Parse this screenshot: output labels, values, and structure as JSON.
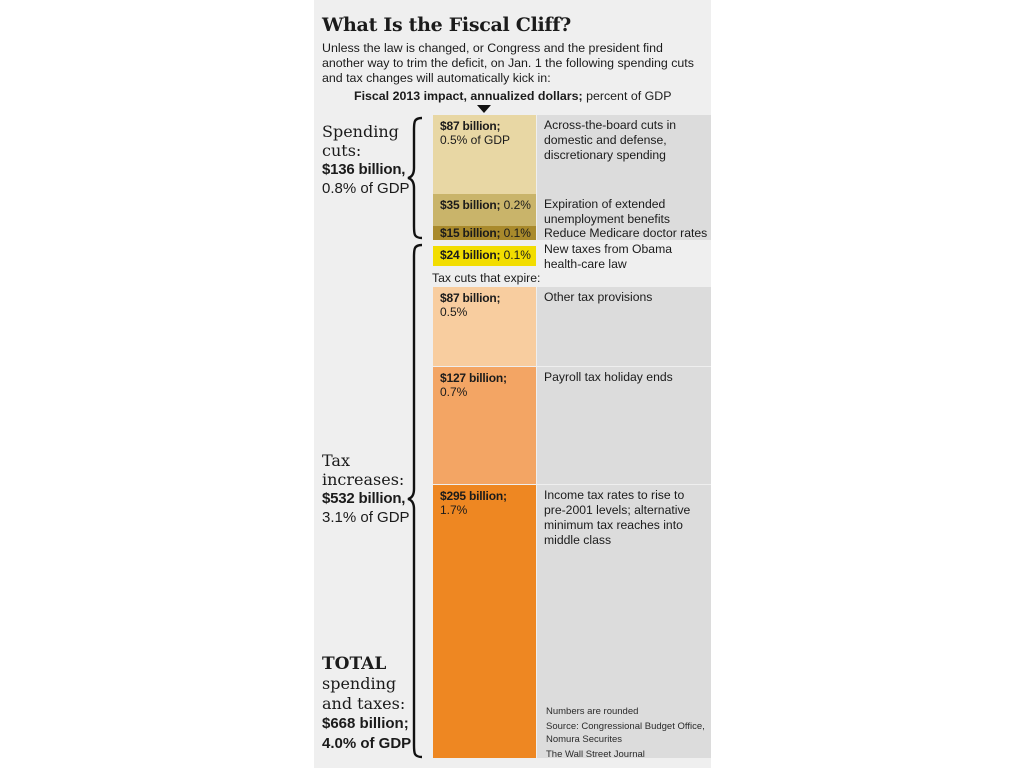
{
  "title": "What Is the Fiscal Cliff?",
  "intro": "Unless the law is changed, or Congress and the president find another way to trim the deficit, on Jan. 1 the following spending cuts and tax changes will automatically kick in:",
  "subtitle_bold": "Fiscal 2013 impact, annualized dollars;",
  "subtitle_rest": " percent of GDP",
  "groups": {
    "spending": {
      "label_line1": "Spending",
      "label_line2": "cuts:",
      "amount": "$136 billion,",
      "pct": "0.8% of GDP"
    },
    "tax": {
      "label_line1": "Tax",
      "label_line2": "increases:",
      "amount": "$532 billion,",
      "pct": "3.1% of GDP"
    },
    "total": {
      "label_line1": "TOTAL",
      "label_line2": "spending",
      "label_line3": "and taxes:",
      "amount": "$668 billion;",
      "pct": "4.0% of GDP"
    }
  },
  "tax_expire_label": "Tax cuts that expire:",
  "footnotes": {
    "rounded": "Numbers are rounded",
    "source": "Source: Congressional Budget Office, Nomura Securites",
    "credit": "The Wall Street Journal"
  },
  "colors": {
    "spending_87": "#e8d7a4",
    "spending_35": "#c9b46a",
    "spending_15": "#a98a2c",
    "tax_24": "#f2dd00",
    "tax_87": "#f8cd9f",
    "tax_127": "#f3a564",
    "tax_295": "#ee8722",
    "desc_bg": "#dcdcdc"
  },
  "chart_data": {
    "type": "bar",
    "title": "What Is the Fiscal Cliff?",
    "subtitle": "Fiscal 2013 impact, annualized dollars; percent of GDP",
    "unit": "billion dollars",
    "stacked": true,
    "segments": [
      {
        "group": "Spending cuts",
        "value": 87,
        "gdp_pct": 0.5,
        "value_label": "$87 billion;",
        "pct_label": "0.5% of GDP",
        "description": "Across-the-board cuts in domestic and defense, discretionary spending"
      },
      {
        "group": "Spending cuts",
        "value": 35,
        "gdp_pct": 0.2,
        "value_label": "$35 billion;",
        "pct_label": "0.2%",
        "description": "Expiration of extended unemployment benefits"
      },
      {
        "group": "Spending cuts",
        "value": 15,
        "gdp_pct": 0.1,
        "value_label": "$15 billion;",
        "pct_label": "0.1%",
        "description": "Reduce Medicare doctor rates"
      },
      {
        "group": "Tax increases",
        "value": 24,
        "gdp_pct": 0.1,
        "value_label": "$24 billion;",
        "pct_label": "0.1%",
        "description": "New taxes from Obama health-care law"
      },
      {
        "group": "Tax increases",
        "value": 87,
        "gdp_pct": 0.5,
        "value_label": "$87 billion;",
        "pct_label": "0.5%",
        "description": "Other tax provisions"
      },
      {
        "group": "Tax increases",
        "value": 127,
        "gdp_pct": 0.7,
        "value_label": "$127 billion;",
        "pct_label": "0.7%",
        "description": "Payroll tax holiday ends"
      },
      {
        "group": "Tax increases",
        "value": 295,
        "gdp_pct": 1.7,
        "value_label": "$295 billion;",
        "pct_label": "1.7%",
        "description": "Income tax rates to rise to pre-2001 levels; alternative minimum tax reaches into middle class"
      }
    ],
    "totals": [
      {
        "label": "Spending cuts",
        "value": 136,
        "gdp_pct": 0.8
      },
      {
        "label": "Tax increases",
        "value": 532,
        "gdp_pct": 3.1
      },
      {
        "label": "TOTAL spending and taxes",
        "value": 668,
        "gdp_pct": 4.0
      }
    ]
  }
}
